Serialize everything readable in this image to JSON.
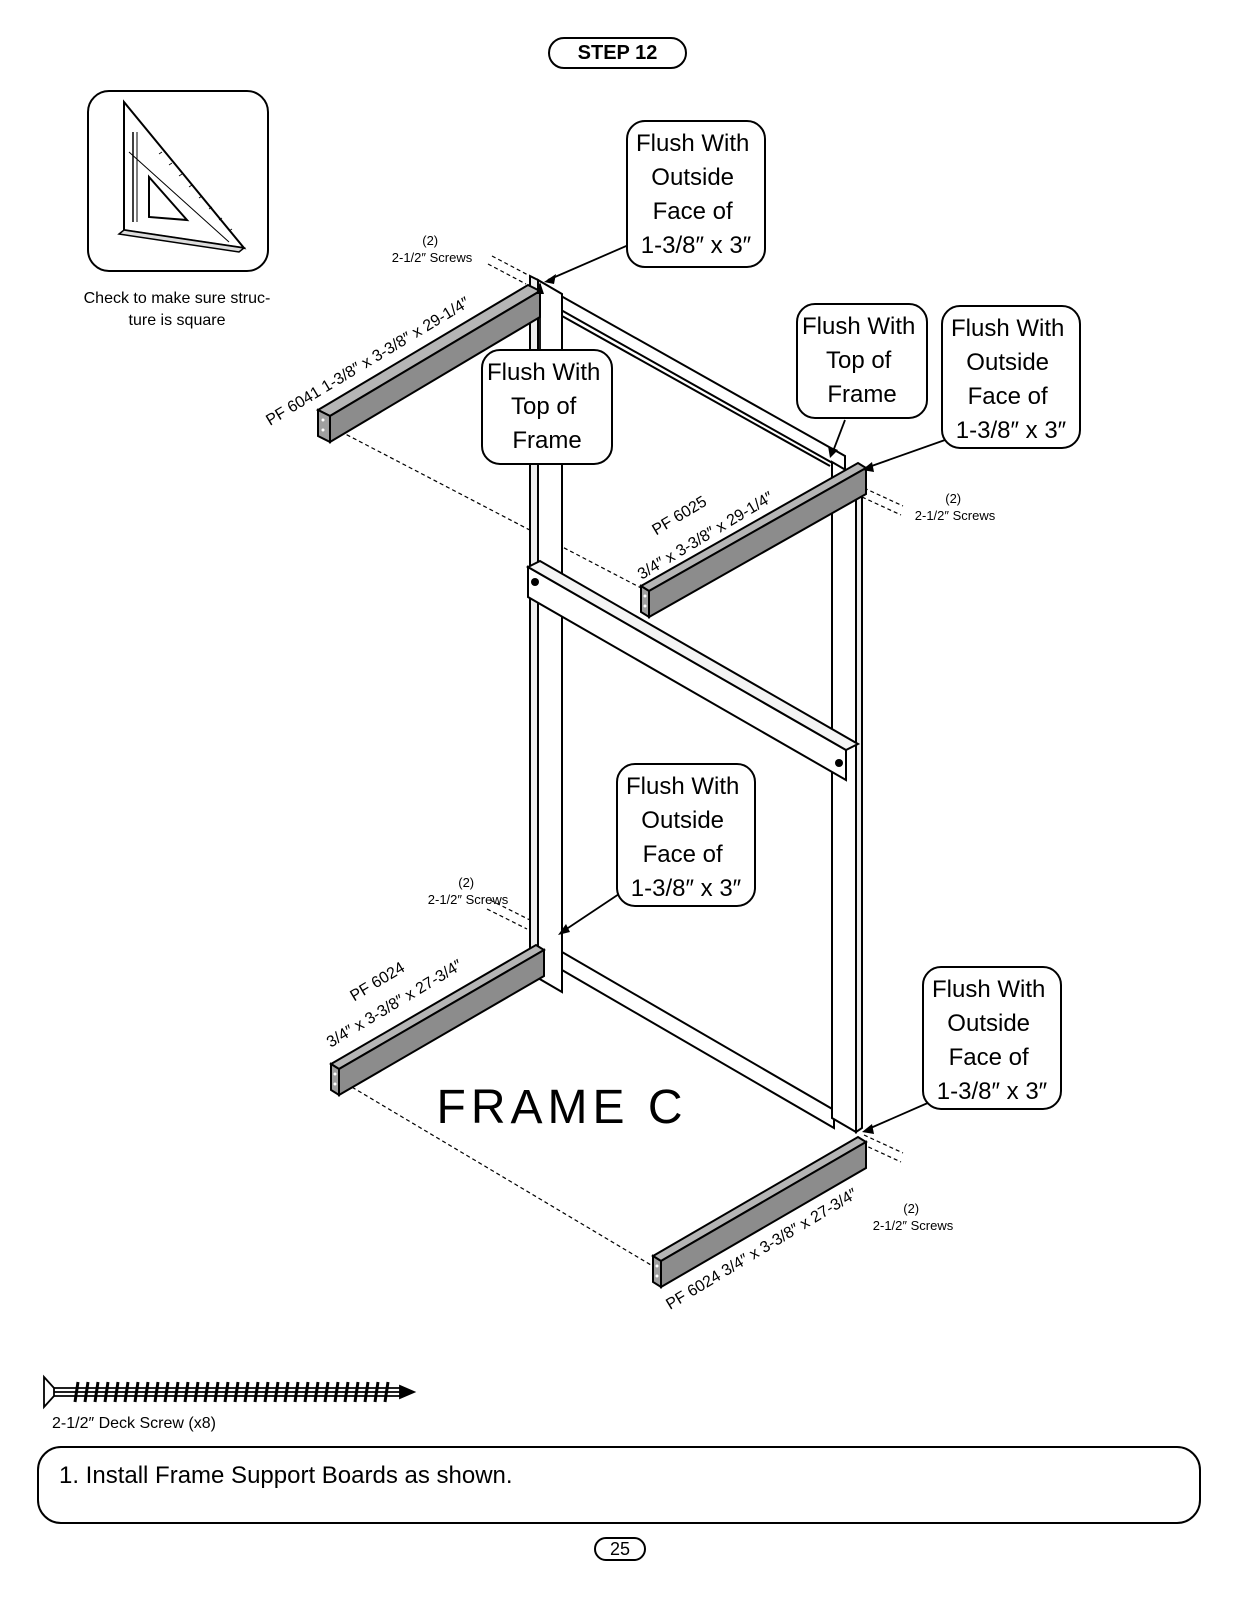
{
  "header": {
    "step": "STEP 12"
  },
  "square_tool": {
    "caption_line1": "Check to make sure struc-",
    "caption_line2": "ture is square"
  },
  "callouts": {
    "flush_outside_top_left": [
      "Flush With",
      "Outside",
      "Face of",
      "1-3/8″ x 3″"
    ],
    "flush_top_left": [
      "Flush With",
      "Top of",
      "Frame"
    ],
    "flush_top_right": [
      "Flush With",
      "Top of",
      "Frame"
    ],
    "flush_outside_right": [
      "Flush With",
      "Outside",
      "Face of",
      "1-3/8″ x 3″"
    ],
    "flush_outside_middle": [
      "Flush With",
      "Outside",
      "Face of",
      "1-3/8″ x 3″"
    ],
    "flush_outside_bottom_right": [
      "Flush With",
      "Outside",
      "Face of",
      "1-3/8″ x 3″"
    ]
  },
  "screws": {
    "top_left": [
      "(2)",
      "2-1/2″ Screws"
    ],
    "top_right": [
      "(2)",
      "2-1/2″ Screws"
    ],
    "bottom_left": [
      "(2)",
      "2-1/2″ Screws"
    ],
    "bottom_right": [
      "(2)",
      "2-1/2″ Screws"
    ]
  },
  "boards": {
    "pf6041": "PF 6041 1-3/8″ x 3-3/8″ x 29-1/4″",
    "pf6025_line1": "PF 6025",
    "pf6025_line2": "3/4″ x 3-3/8″ x 29-1/4″",
    "pf6024_left_line1": "PF 6024",
    "pf6024_left_line2": "3/4″ x 3-3/8″ x 27-3/4″",
    "pf6024_right": "PF 6024 3/4″ x 3-3/8″ x 27-3/4″"
  },
  "frame_label": "FRAME C",
  "hardware": {
    "screw_caption": "2-1/2″ Deck Screw (x8)"
  },
  "instructions": {
    "step1": "1. Install Frame Support Boards as shown."
  },
  "footer": {
    "page_number": "25"
  },
  "colors": {
    "board_fill": "#8c8c8c",
    "frame_fill": "#ffffff",
    "ink": "#000000"
  }
}
